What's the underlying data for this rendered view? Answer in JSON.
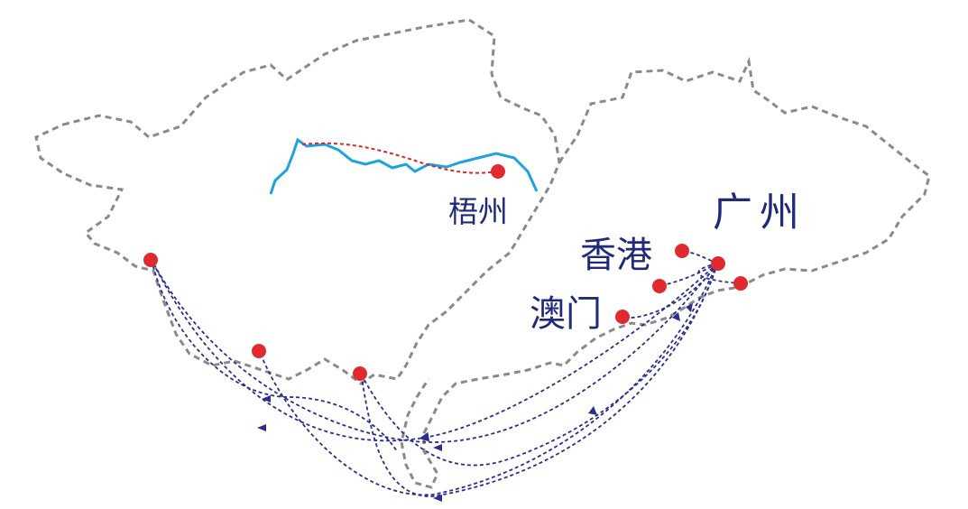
{
  "labels": {
    "wuzhou": "梧州",
    "guangzhou": "广州",
    "xianggang": "香港",
    "aomen": "澳门"
  },
  "colors": {
    "border": "#8a8a8a",
    "river": "#1ea3dc",
    "route_red": "#d8262e",
    "route_blue": "#2b2f8c",
    "city_dot": "#e02a2f",
    "label_text": "#1f2a78"
  },
  "legend": []
}
